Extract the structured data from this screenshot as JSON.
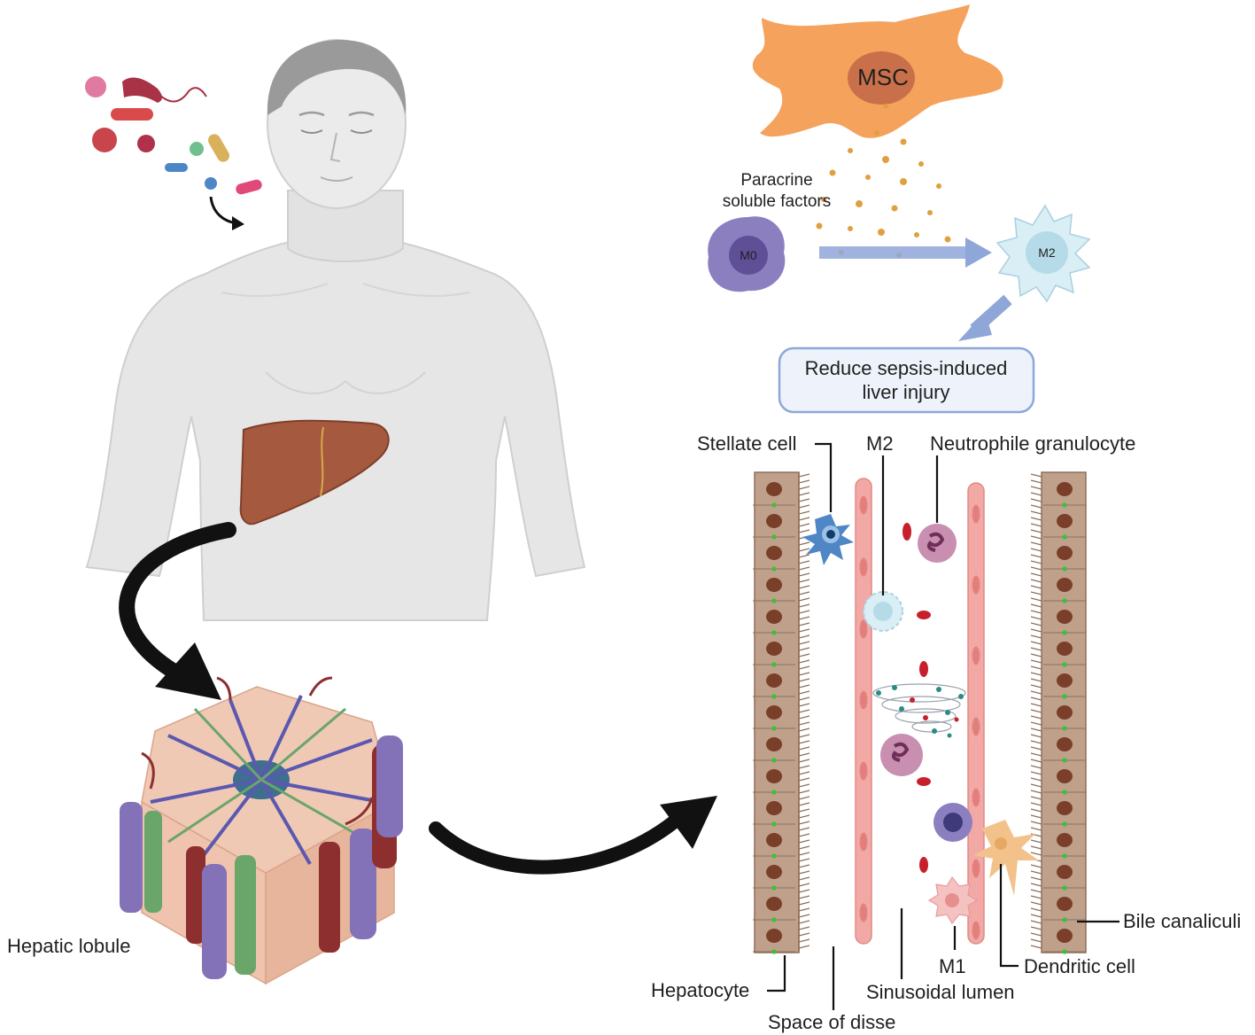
{
  "labels": {
    "msc": "MSC",
    "paracrine_line1": "Paracrine",
    "paracrine_line2": "soluble factors",
    "m0": "M0",
    "m2_cell": "M2",
    "outcome_line1": "Reduce sepsis-induced",
    "outcome_line2": "liver injury",
    "stellate_cell": "Stellate cell",
    "m2": "M2",
    "neutrophile": "Neutrophile granulocyte",
    "hepatic_lobule": "Hepatic lobule",
    "bile_canaliculi": "Bile canaliculi",
    "m1": "M1",
    "dendritic_cell": "Dendritic cell",
    "hepatocyte": "Hepatocyte",
    "sinusoidal_lumen": "Sinusoidal lumen",
    "space_of_disse": "Space of disse"
  },
  "colors": {
    "msc": "#f5a25d",
    "msc_nucleus": "#c9704a",
    "m0": "#8c7fc0",
    "m2": "#d9eef5",
    "arrow_blue": "#8fa6d8",
    "outcome_box_fill": "#eef3fb",
    "outcome_box_stroke": "#8fa6d8",
    "liver": "#a55a3f",
    "hepatocyte": "#bfa08a",
    "hepatocyte_nucleus": "#7a3f2a",
    "endothelium": "#f2a9a6",
    "neutrophil": "#c98fb0",
    "rbc": "#c8202a",
    "stellate": "#4f86c6",
    "dendritic": "#f3c28a",
    "m1": "#f5c2c2",
    "vein_purple": "#8472b8",
    "vein_green": "#6aa56a",
    "vein_red": "#8e2f2f",
    "central_vein": "#3f6f8f",
    "lobule_tissue": "#f0c9b4"
  }
}
